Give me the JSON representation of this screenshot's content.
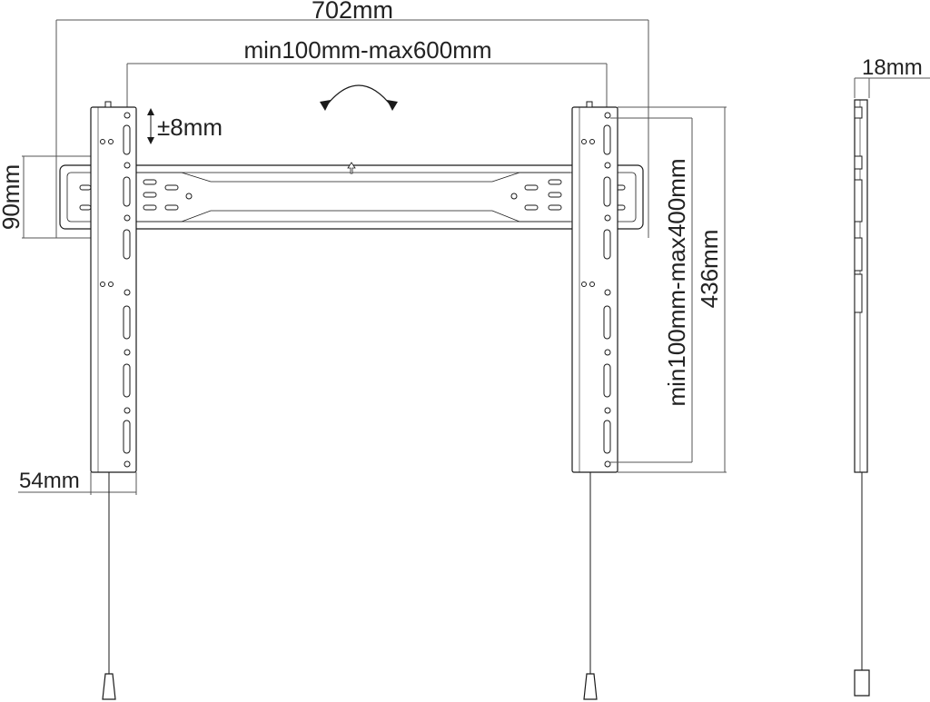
{
  "dimensions": {
    "overall_width": "702mm",
    "horizontal_range": "min100mm-max600mm",
    "tilt_adjust": "±8mm",
    "rail_height": "90mm",
    "bracket_width": "54mm",
    "vertical_range": "min100mm-max400mm",
    "bracket_length": "436mm",
    "depth": "18mm"
  },
  "icons": {
    "rotate": "rotate-arrow-icon",
    "up": "up-arrow-icon",
    "adjust": "double-arrow-icon"
  },
  "colors": {
    "line": "#1a1a1a",
    "dimension_line": "#555555",
    "background": "#ffffff"
  }
}
